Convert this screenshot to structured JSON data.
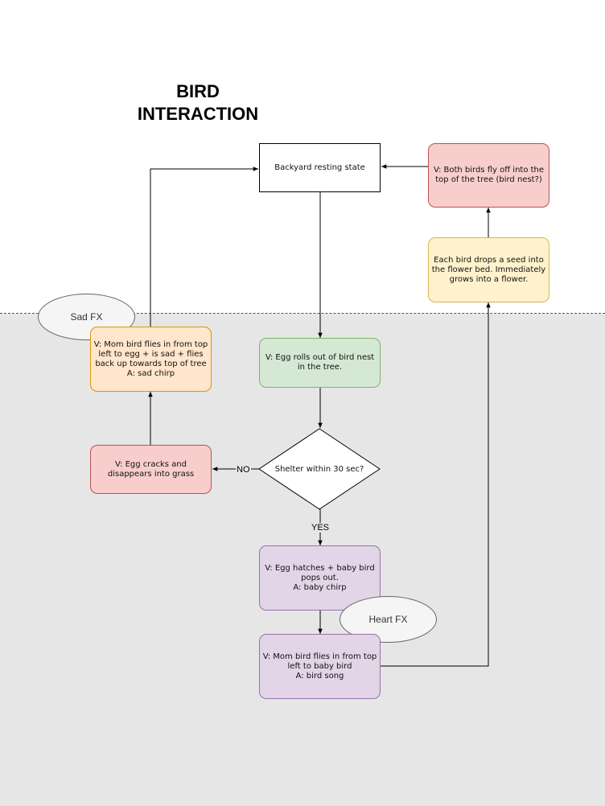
{
  "title": "BIRD\nINTERACTION",
  "nodes": {
    "resting": "Backyard resting state",
    "fly_off": "V: Both birds fly off into the top of the tree (bird nest?)",
    "seed": "Each bird drops a seed into the flower bed. Immediately grows into a flower.",
    "mom_sad": "V: Mom bird flies in from top left to egg + is sad + flies back up towards top of tree\nA: sad chirp",
    "egg_rolls": "V: Egg rolls out of bird nest in the tree.",
    "egg_cracks": "V: Egg cracks and disappears into grass",
    "decision": "Shelter within 30 sec?",
    "hatch": "V: Egg hatches + baby bird pops out.\nA: baby chirp",
    "mom_baby": "V: Mom bird flies in from top left to baby bird\nA: bird song"
  },
  "fx": {
    "sad": "Sad FX",
    "heart": "Heart FX"
  },
  "edges": {
    "no": "NO",
    "yes": "YES"
  },
  "colors": {
    "ground": "#e6e6e6",
    "red_fill": "#f8cecc",
    "yellow_fill": "#fff2cc",
    "orange_fill": "#ffe6cc",
    "green_fill": "#d5e8d4",
    "purple_fill": "#e1d5e7"
  }
}
